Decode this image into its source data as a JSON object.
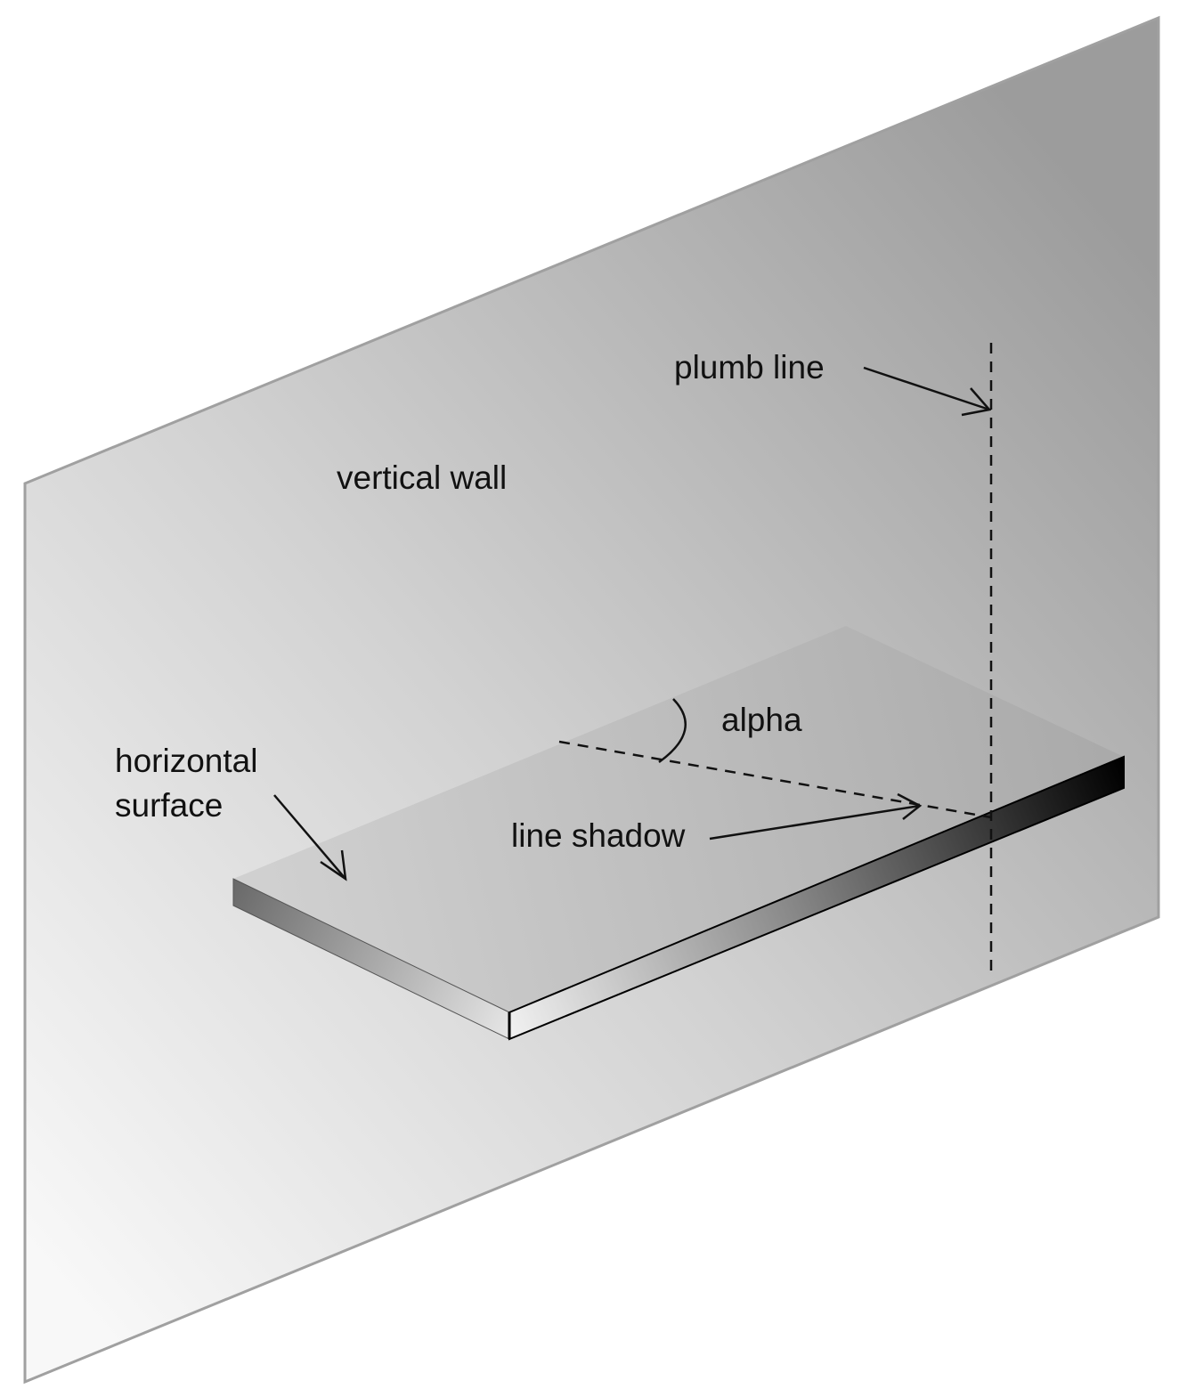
{
  "labels": {
    "vertical_wall": "vertical wall",
    "plumb_line": "plumb line",
    "horizontal_surface_line1": "horizontal",
    "horizontal_surface_line2": "surface",
    "alpha": "alpha",
    "line_shadow": "line shadow"
  },
  "colors": {
    "wall_light": "#f7f7f7",
    "wall_dark": "#9a9a9a",
    "wall_border": "#a0a0a0",
    "surface_top_light": "#cfcfcf",
    "surface_top_dark": "#acacac",
    "edge_dark": "#000000",
    "line": "#111111"
  }
}
